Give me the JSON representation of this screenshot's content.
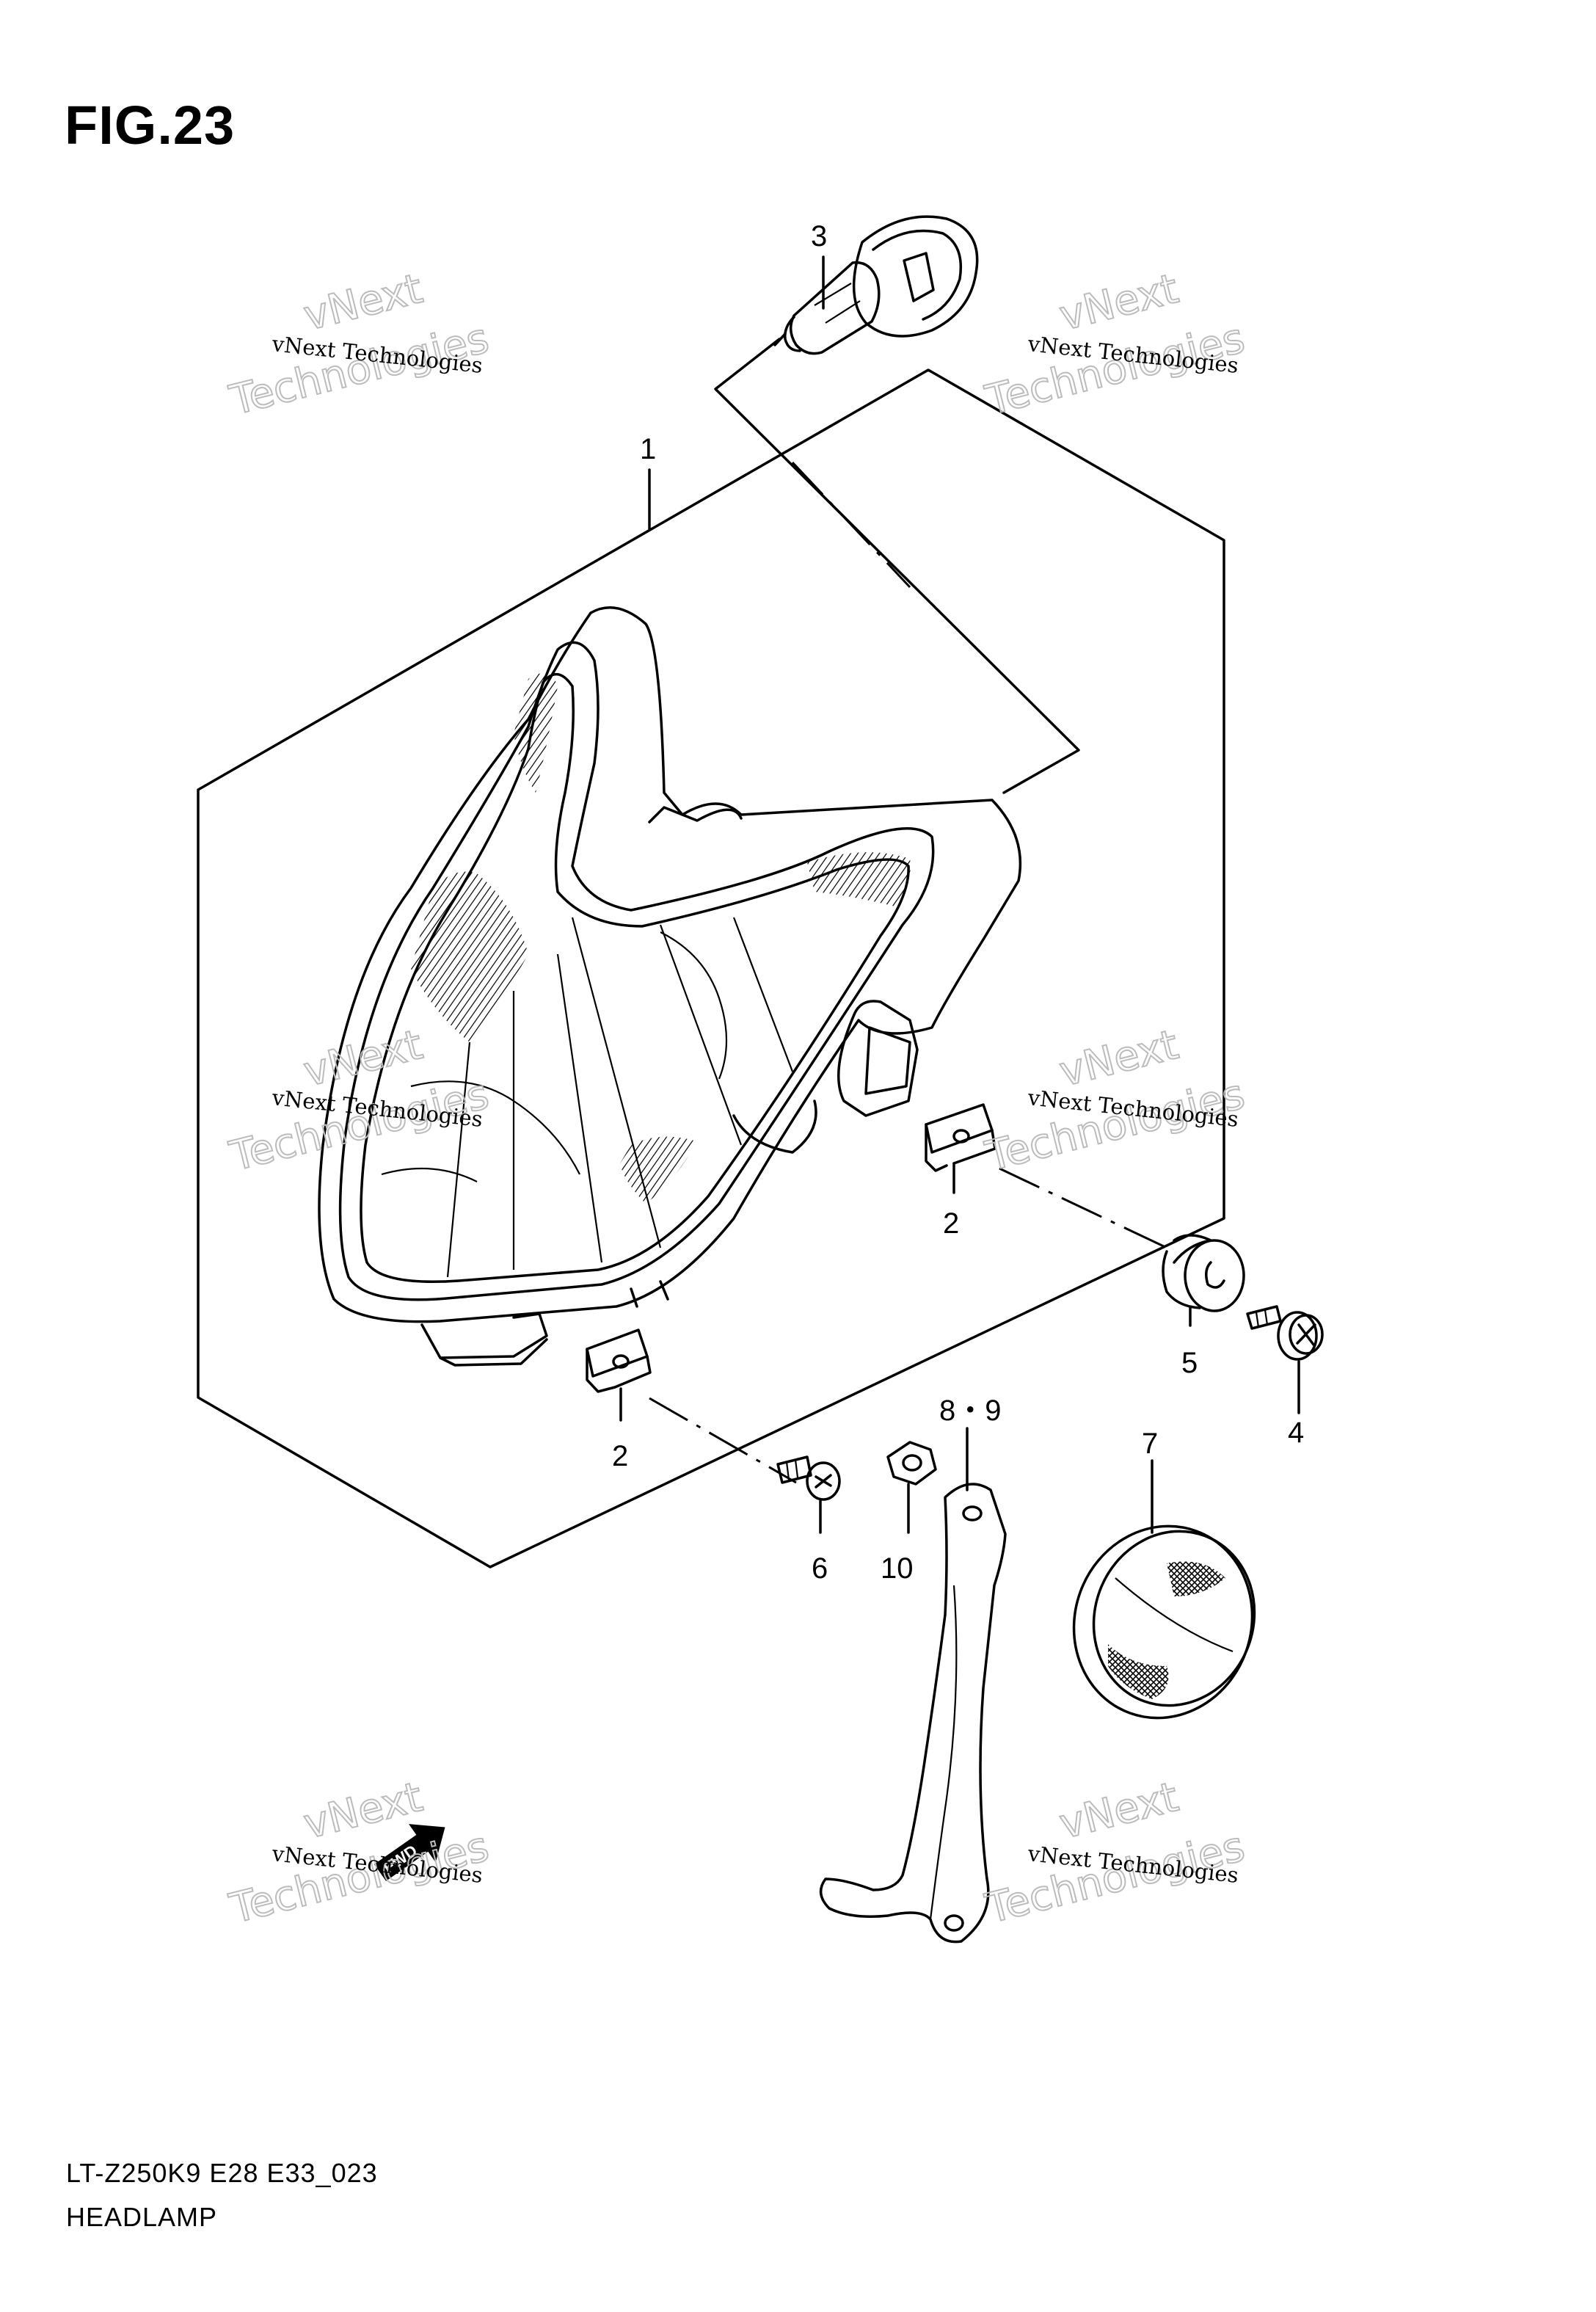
{
  "figure": {
    "title": "FIG.23",
    "model_code": "LT-Z250K9 E28 E33_023",
    "section_name": "HEADLAMP"
  },
  "callouts": [
    {
      "id": "1",
      "text": "1"
    },
    {
      "id": "2a",
      "text": "2"
    },
    {
      "id": "2b",
      "text": "2"
    },
    {
      "id": "3",
      "text": "3"
    },
    {
      "id": "4",
      "text": "4"
    },
    {
      "id": "5",
      "text": "5"
    },
    {
      "id": "6",
      "text": "6"
    },
    {
      "id": "7",
      "text": "7"
    },
    {
      "id": "89",
      "text": "8・9"
    },
    {
      "id": "10",
      "text": "10"
    }
  ],
  "watermark": {
    "line_small": "vNext Technologies",
    "line_big_1": "vNext",
    "line_big_2": "Technologies"
  },
  "direction_marker": {
    "label": "FWD",
    "icon": "forward-arrow-icon"
  }
}
